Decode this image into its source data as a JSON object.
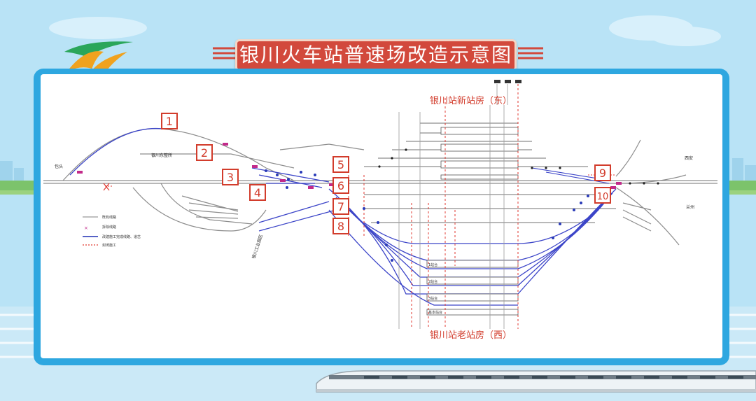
{
  "title": "银川火车站普速场改造示意图",
  "station_labels": {
    "new_station": "银川站新站房（东）",
    "old_station": "银川站老站房（西）"
  },
  "direction_labels": {
    "left": "包头",
    "right": "西安",
    "right_lower": "兰州"
  },
  "place_labels": {
    "yinchuan_east": "银川东整所",
    "industrial_park": "银川工业园区"
  },
  "markers": [
    "1",
    "2",
    "3",
    "4",
    "5",
    "6",
    "7",
    "8",
    "9",
    "10"
  ],
  "legend": [
    {
      "text": "既有线路",
      "color": "#7f7f7f"
    },
    {
      "text": "拆除线路",
      "color": "#c22a8a"
    },
    {
      "text": "改建施工完成线路、道岔",
      "color": "#1f2fb4"
    },
    {
      "text": "封闭施工",
      "color": "#e23a32"
    }
  ],
  "platform_labels": [
    "1站台",
    "2站台",
    "3站台",
    "基本站台"
  ],
  "colors": {
    "background": "#b9e3f6",
    "frame": "#2ea7e0",
    "title_fill": "#d2493c",
    "marker_red": "#d23c2c",
    "track_blue": "#3b44c8",
    "track_grey": "#8d8d8d",
    "logo_orange": "#f0a21e",
    "logo_green": "#2aa65a"
  }
}
